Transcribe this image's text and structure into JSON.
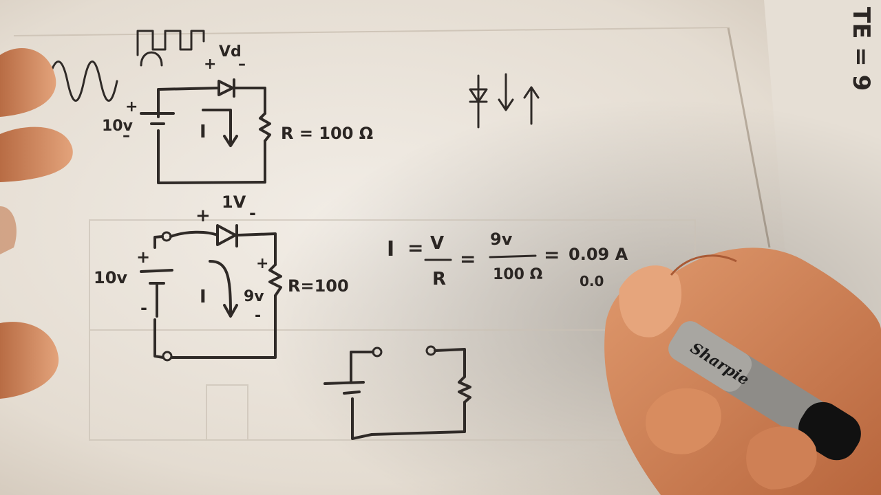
{
  "corner_text": "TE = 9",
  "circuit1": {
    "battery_label": "10v",
    "battery_plus": "+",
    "battery_minus": "–",
    "diode_plus": "+",
    "diode_voltage": "Vd",
    "diode_minus": "–",
    "current_label": "I",
    "resistor_label": "R = 100 Ω"
  },
  "circuit2": {
    "battery_label": "10v",
    "battery_plus": "+",
    "battery_minus": "-",
    "diode_plus": "+",
    "diode_voltage": "1V",
    "diode_minus": "-",
    "current_label": "I",
    "resistor_voltage": "9v",
    "resistor_plus": "+",
    "resistor_minus": "-",
    "resistor_label": "R=100"
  },
  "equation": {
    "lhs": "I",
    "eq1": "=",
    "num1": "V",
    "den1": "R",
    "eq2": "=",
    "num2": "9v",
    "den2": "100 Ω",
    "eq3": "=",
    "result": "0.09 A",
    "partial": "0.0"
  },
  "marker_brand": "Sharpie"
}
